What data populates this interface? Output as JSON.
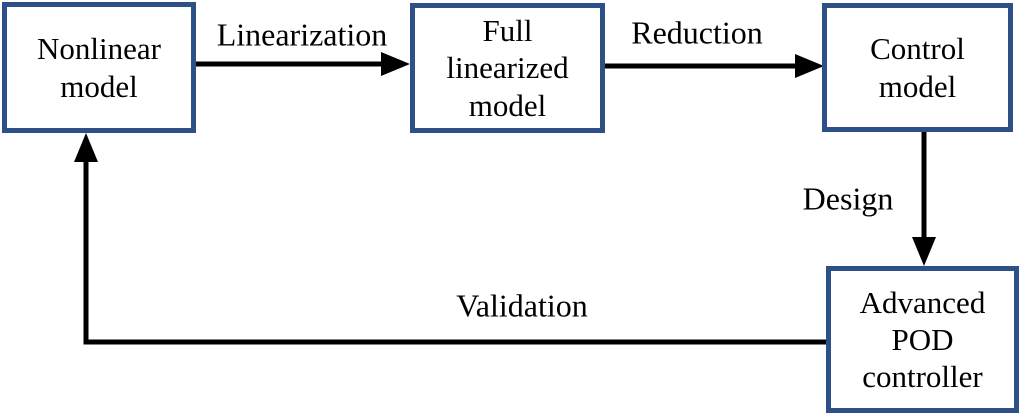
{
  "diagram": {
    "colors": {
      "box_border": "#2d5186",
      "box_fill": "#ffffff",
      "arrow": "#000000",
      "text": "#000000",
      "background": "#ffffff"
    },
    "boxes": [
      {
        "id": "nonlinear-model",
        "lines": [
          "Nonlinear",
          "model"
        ]
      },
      {
        "id": "full-linearized-model",
        "lines": [
          "Full",
          "linearized",
          "model"
        ]
      },
      {
        "id": "control-model",
        "lines": [
          "Control",
          "model"
        ]
      },
      {
        "id": "advanced-pod-controller",
        "lines": [
          "Advanced",
          "POD",
          "controller"
        ]
      }
    ],
    "arrows": [
      {
        "id": "linearization",
        "label": "Linearization"
      },
      {
        "id": "reduction",
        "label": "Reduction"
      },
      {
        "id": "design",
        "label": "Design"
      },
      {
        "id": "validation",
        "label": "Validation"
      }
    ]
  }
}
